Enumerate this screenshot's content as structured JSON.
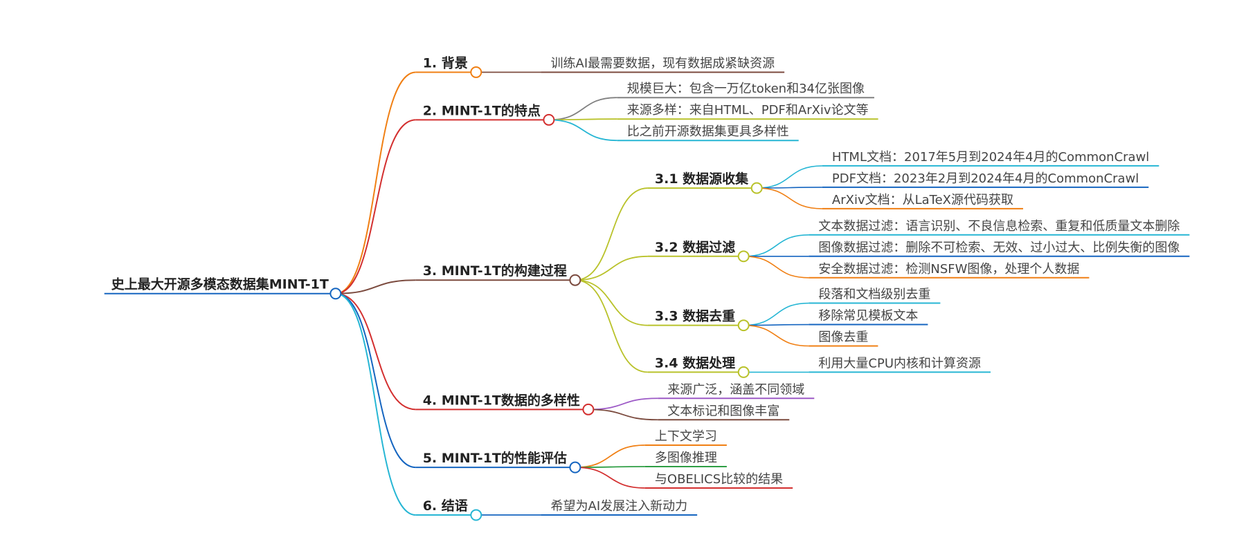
{
  "root": {
    "id": "root",
    "label": "史上最大开源多模态数据集MINT-1T",
    "color": "#1565c0"
  },
  "branches": [
    {
      "id": "b1",
      "label": "1. 背景",
      "color": "#f07f13",
      "children": [
        {
          "id": "b1l1",
          "label": "训练AI最需要数据，现有数据成紧缺资源",
          "color": "#7b4a3e"
        }
      ]
    },
    {
      "id": "b2",
      "label": "2. MINT-1T的特点",
      "color": "#d32f2f",
      "children": [
        {
          "id": "b2l1",
          "label": "规模巨大：包含一万亿token和34亿张图像",
          "color": "#808080"
        },
        {
          "id": "b2l2",
          "label": "来源多样：来自HTML、PDF和ArXiv论文等",
          "color": "#b9c22a"
        },
        {
          "id": "b2l3",
          "label": "比之前开源数据集更具多样性",
          "color": "#26b6d4"
        }
      ]
    },
    {
      "id": "b3",
      "label": "3. MINT-1T的构建过程",
      "color": "#7b4a3e",
      "children": [
        {
          "id": "b3s1",
          "label": "3.1 数据源收集",
          "color": "#b9c22a",
          "children": [
            {
              "id": "b3s1l1",
              "label": "HTML文档：2017年5月到2024年4月的CommonCrawl",
              "color": "#26b6d4"
            },
            {
              "id": "b3s1l2",
              "label": "PDF文档：2023年2月到2024年4月的CommonCrawl",
              "color": "#1565c0"
            },
            {
              "id": "b3s1l3",
              "label": "ArXiv文档：从LaTeX源代码获取",
              "color": "#f07f13"
            }
          ]
        },
        {
          "id": "b3s2",
          "label": "3.2 数据过滤",
          "color": "#b9c22a",
          "children": [
            {
              "id": "b3s2l1",
              "label": "文本数据过滤：语言识别、不良信息检索、重复和低质量文本删除",
              "color": "#26b6d4"
            },
            {
              "id": "b3s2l2",
              "label": "图像数据过滤：删除不可检索、无效、过小过大、比例失衡的图像",
              "color": "#1565c0"
            },
            {
              "id": "b3s2l3",
              "label": "安全数据过滤：检测NSFW图像，处理个人数据",
              "color": "#f07f13"
            }
          ]
        },
        {
          "id": "b3s3",
          "label": "3.3 数据去重",
          "color": "#b9c22a",
          "children": [
            {
              "id": "b3s3l1",
              "label": "段落和文档级别去重",
              "color": "#26b6d4"
            },
            {
              "id": "b3s3l2",
              "label": "移除常见模板文本",
              "color": "#1565c0"
            },
            {
              "id": "b3s3l3",
              "label": "图像去重",
              "color": "#f07f13"
            }
          ]
        },
        {
          "id": "b3s4",
          "label": "3.4 数据处理",
          "color": "#b9c22a",
          "children": [
            {
              "id": "b3s4l1",
              "label": "利用大量CPU内核和计算资源",
              "color": "#26b6d4"
            }
          ]
        }
      ]
    },
    {
      "id": "b4",
      "label": "4. MINT-1T数据的多样性",
      "color": "#d32f2f",
      "children": [
        {
          "id": "b4l1",
          "label": "来源广泛，涵盖不同领域",
          "color": "#9c59c6"
        },
        {
          "id": "b4l2",
          "label": "文本标记和图像丰富",
          "color": "#7b4a3e"
        }
      ]
    },
    {
      "id": "b5",
      "label": "5. MINT-1T的性能评估",
      "color": "#1565c0",
      "children": [
        {
          "id": "b5l1",
          "label": "上下文学习",
          "color": "#f07f13"
        },
        {
          "id": "b5l2",
          "label": "多图像推理",
          "color": "#2e9e44"
        },
        {
          "id": "b5l3",
          "label": "与OBELICS比较的结果",
          "color": "#d32f2f"
        }
      ]
    },
    {
      "id": "b6",
      "label": "6. 结语",
      "color": "#26b6d4",
      "children": [
        {
          "id": "b6l1",
          "label": "希望为AI发展注入新动力",
          "color": "#1565c0"
        }
      ]
    }
  ]
}
